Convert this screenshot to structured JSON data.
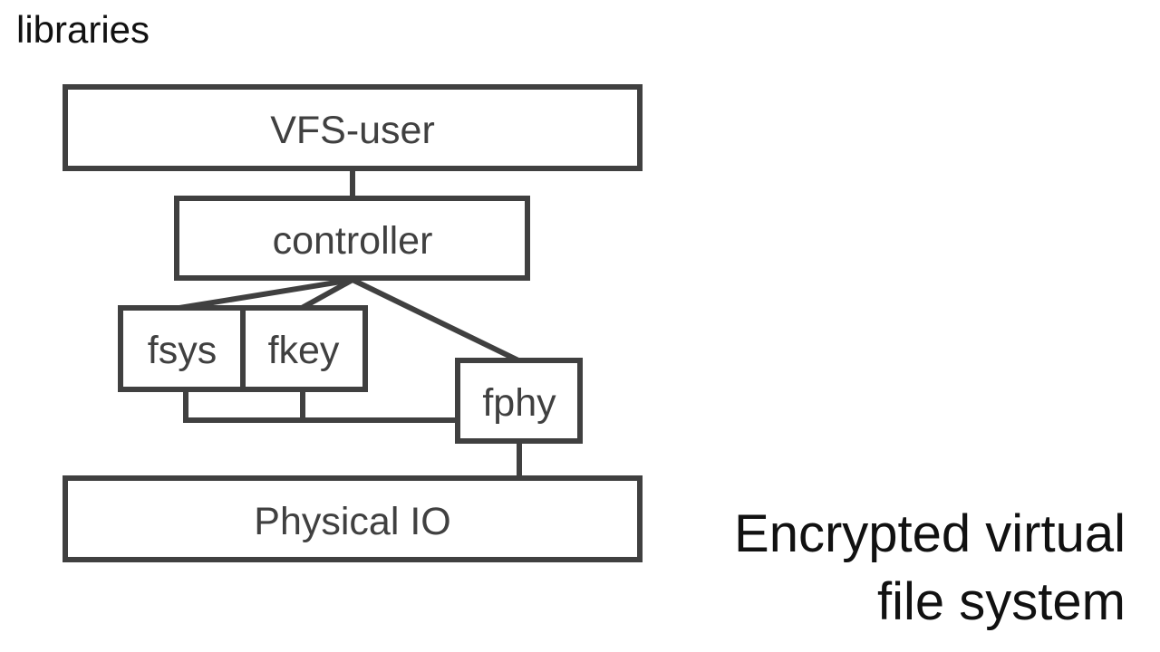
{
  "corner_label": "libraries",
  "boxes": {
    "vfs_user": "VFS-user",
    "controller": "controller",
    "fsys": "fsys",
    "fkey": "fkey",
    "fphy": "fphy",
    "physical_io": "Physical IO"
  },
  "title": {
    "line1": "Encrypted virtual",
    "line2": "file system"
  },
  "colors": {
    "stroke": "#404040",
    "text": "#404040",
    "title_text": "#111111",
    "background": "#ffffff"
  }
}
